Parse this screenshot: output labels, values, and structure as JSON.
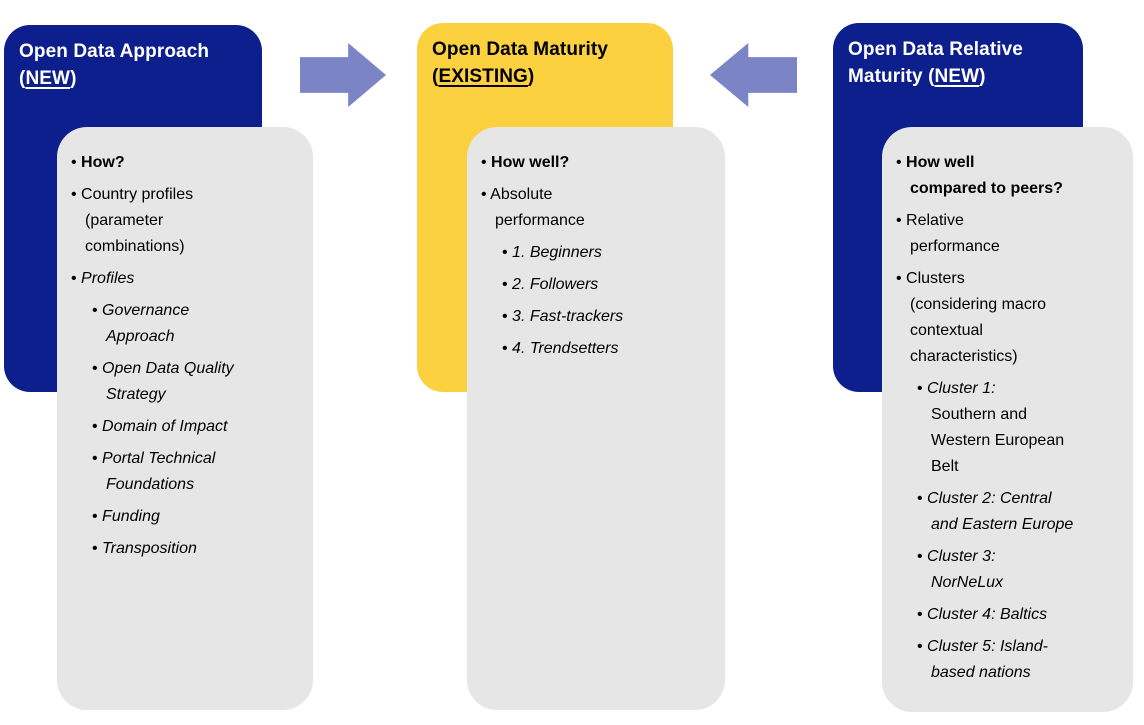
{
  "colors": {
    "dark_blue": "#0D1F8C",
    "yellow": "#FCD13F",
    "arrow_purple": "#7B85C6",
    "card_gray": "#E6E6E6",
    "header_text_on_blue": "#FFFFFF",
    "header_text_on_yellow": "#000000",
    "body_text": "#000000",
    "background": "#FFFFFF"
  },
  "columns": [
    {
      "id": "open-data-approach",
      "header": {
        "full_text": "Open Data Approach (NEW)",
        "lines": [
          [
            {
              "text": "Open Data Approach"
            }
          ],
          [
            {
              "text": "("
            },
            {
              "text": "NEW",
              "underline": true
            },
            {
              "text": ")"
            }
          ]
        ]
      },
      "card_items": [
        {
          "indent": 0,
          "segments": [
            {
              "text": "How?",
              "bold": true
            }
          ]
        },
        {
          "indent": 0,
          "segments": [
            {
              "text": "Country profiles"
            },
            {
              "br": true
            },
            {
              "text": "(parameter"
            },
            {
              "br": true
            },
            {
              "text": "combinations)"
            }
          ]
        },
        {
          "indent": 0,
          "segments": [
            {
              "text": "Profiles",
              "italic": true
            }
          ]
        },
        {
          "indent": 1,
          "segments": [
            {
              "text": "Governance",
              "italic": true
            },
            {
              "br": true
            },
            {
              "text": "Approach",
              "italic": true
            }
          ]
        },
        {
          "indent": 1,
          "segments": [
            {
              "text": "Open Data Quality",
              "italic": true
            },
            {
              "br": true
            },
            {
              "text": "Strategy",
              "italic": true
            }
          ]
        },
        {
          "indent": 1,
          "segments": [
            {
              "text": "Domain of Impact",
              "italic": true
            }
          ]
        },
        {
          "indent": 1,
          "segments": [
            {
              "text": "Portal Technical",
              "italic": true
            },
            {
              "br": true
            },
            {
              "text": "Foundations",
              "italic": true
            }
          ]
        },
        {
          "indent": 1,
          "segments": [
            {
              "text": "Funding",
              "italic": true
            }
          ]
        },
        {
          "indent": 1,
          "segments": [
            {
              "text": "Transposition",
              "italic": true
            }
          ]
        }
      ]
    },
    {
      "id": "open-data-maturity",
      "header": {
        "full_text": "Open Data Maturity (EXISTING)",
        "lines": [
          [
            {
              "text": "Open Data Maturity"
            }
          ],
          [
            {
              "text": "("
            },
            {
              "text": "EXISTING",
              "underline": true
            },
            {
              "text": ")"
            }
          ]
        ]
      },
      "card_items": [
        {
          "indent": 0,
          "segments": [
            {
              "text": "How well?",
              "bold": true
            }
          ]
        },
        {
          "indent": 0,
          "segments": [
            {
              "text": "Absolute"
            },
            {
              "br": true
            },
            {
              "text": "performance"
            }
          ]
        },
        {
          "indent": 1,
          "segments": [
            {
              "text": "1. Beginners",
              "italic": true
            }
          ]
        },
        {
          "indent": 1,
          "segments": [
            {
              "text": "2. Followers",
              "italic": true
            }
          ]
        },
        {
          "indent": 1,
          "segments": [
            {
              "text": "3. Fast-trackers",
              "italic": true
            }
          ]
        },
        {
          "indent": 1,
          "segments": [
            {
              "text": "4. Trendsetters",
              "italic": true
            }
          ]
        }
      ]
    },
    {
      "id": "open-data-relative-maturity",
      "header": {
        "full_text": "Open Data Relative Maturity (NEW)",
        "lines": [
          [
            {
              "text": "Open Data Relative"
            }
          ],
          [
            {
              "text": "Maturity ("
            },
            {
              "text": "NEW",
              "underline": true
            },
            {
              "text": ")"
            }
          ]
        ]
      },
      "card_items": [
        {
          "indent": 0,
          "segments": [
            {
              "text": "How well",
              "bold": true
            },
            {
              "br": true
            },
            {
              "text": "compared to peers?",
              "bold": true
            }
          ]
        },
        {
          "indent": 0,
          "segments": [
            {
              "text": "Relative"
            },
            {
              "br": true
            },
            {
              "text": "performance"
            }
          ]
        },
        {
          "indent": 0,
          "segments": [
            {
              "text": "Clusters"
            },
            {
              "br": true
            },
            {
              "text": "(considering macro"
            },
            {
              "br": true
            },
            {
              "text": "contextual"
            },
            {
              "br": true
            },
            {
              "text": "characteristics)"
            }
          ]
        },
        {
          "indent": 1,
          "segments": [
            {
              "text": "Cluster 1:",
              "italic": true
            },
            {
              "br": true
            },
            {
              "text": "Southern and"
            },
            {
              "br": true
            },
            {
              "text": "Western European"
            },
            {
              "br": true
            },
            {
              "text": "Belt"
            }
          ]
        },
        {
          "indent": 1,
          "segments": [
            {
              "text": "Cluster 2: Central",
              "italic": true
            },
            {
              "br": true
            },
            {
              "text": "and Eastern Europe",
              "italic": true
            }
          ]
        },
        {
          "indent": 1,
          "segments": [
            {
              "text": "Cluster 3:",
              "italic": true
            },
            {
              "br": true
            },
            {
              "text": "NorNeLux",
              "italic": true
            }
          ]
        },
        {
          "indent": 1,
          "segments": [
            {
              "text": "Cluster 4: Baltics",
              "italic": true
            }
          ]
        },
        {
          "indent": 1,
          "segments": [
            {
              "text": "Cluster 5: Island-",
              "italic": true
            },
            {
              "br": true
            },
            {
              "text": "based nations",
              "italic": true
            }
          ]
        }
      ]
    }
  ],
  "arrows": [
    {
      "id": "arrow-approach-to-maturity",
      "direction": "right"
    },
    {
      "id": "arrow-relative-to-maturity",
      "direction": "left"
    }
  ]
}
